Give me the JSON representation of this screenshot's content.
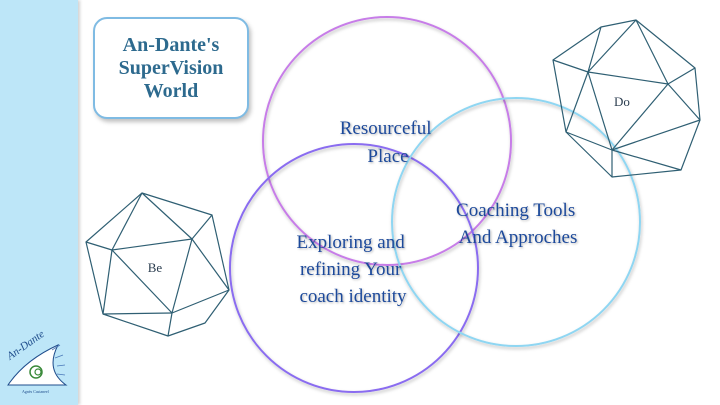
{
  "title": "An-Dante's\nSuperVision\nWorld",
  "circles": [
    {
      "name": "resourceful-place",
      "lines": [
        "Resourceful",
        "Place"
      ],
      "color": "#c77de8"
    },
    {
      "name": "exploring-identity",
      "lines": [
        "Exploring and",
        "refining Your",
        "coach identity"
      ],
      "color": "#8a6cf0"
    },
    {
      "name": "coaching-tools",
      "lines": [
        "Coaching Tools",
        "And Approches"
      ],
      "color": "#8fd6f2"
    }
  ],
  "dice": [
    {
      "name": "do",
      "label": "Do"
    },
    {
      "name": "be",
      "label": "Be"
    }
  ],
  "logo": {
    "text": "An-Dante",
    "subtext": "Agnès Castaneel"
  }
}
